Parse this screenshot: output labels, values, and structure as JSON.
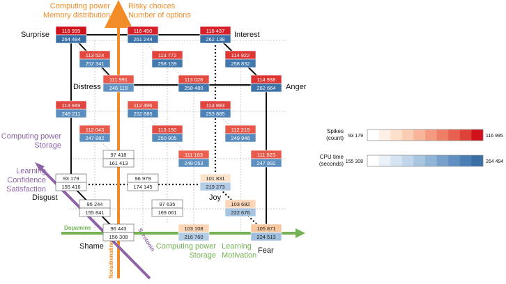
{
  "axes": {
    "noradrenaline": {
      "name": "Noradrenaline",
      "color": "#F28C28",
      "top_labels": [
        "Computing power",
        "Memory distribution"
      ],
      "top_right_labels": [
        "Risky choices",
        "Number of options"
      ]
    },
    "serotonin": {
      "name": "Serotonin",
      "color": "#8E63A8",
      "labels_upper": [
        "Computing power",
        "Storage"
      ],
      "labels_lower": [
        "Learning",
        "Confidence",
        "Satisfaction"
      ]
    },
    "dopamine": {
      "name": "Dopamine",
      "color": "#74B254",
      "labels_left": [
        "Computing power",
        "Storage"
      ],
      "labels_right": [
        "Learning",
        "Motivation"
      ]
    }
  },
  "emotions": [
    "Surprise",
    "Interest",
    "Distress",
    "Anger",
    "Disgust",
    "Joy",
    "Shame",
    "Fear"
  ],
  "nodes": [
    {
      "id": "surprise",
      "spikes": "116 995",
      "cpu": "264 494",
      "spike_color": "#D0121B",
      "cpu_color": "#3A6FA6"
    },
    {
      "id": "top-mid",
      "spikes": "116 450",
      "cpu": "261 244",
      "spike_color": "#D8202A",
      "cpu_color": "#3D72A8"
    },
    {
      "id": "interest",
      "spikes": "116 437",
      "cpu": "262 138",
      "spike_color": "#D8202A",
      "cpu_color": "#3C71A8"
    },
    {
      "id": "r2-left",
      "spikes": "113 524",
      "cpu": "252 341",
      "spike_color": "#E3483F",
      "cpu_color": "#5287BB"
    },
    {
      "id": "r2-mid",
      "spikes": "113 772",
      "cpu": "258 159",
      "spike_color": "#E2443C",
      "cpu_color": "#437AAE"
    },
    {
      "id": "r2-right",
      "spikes": "114 922",
      "cpu": "258 832",
      "spike_color": "#DE3633",
      "cpu_color": "#4278AD"
    },
    {
      "id": "distress",
      "spikes": "111 991",
      "cpu": "246 119",
      "spike_color": "#E85A4B",
      "cpu_color": "#6395C4"
    },
    {
      "id": "r3-mid",
      "spikes": "113 026",
      "cpu": "258 480",
      "spike_color": "#E44D42",
      "cpu_color": "#4379AE"
    },
    {
      "id": "anger",
      "spikes": "114 938",
      "cpu": "262 664",
      "spike_color": "#DE3633",
      "cpu_color": "#3C72A8"
    },
    {
      "id": "r4-left",
      "spikes": "113 949",
      "cpu": "248 211",
      "spike_color": "#E14540",
      "cpu_color": "#5C8FC0"
    },
    {
      "id": "r4-mid",
      "spikes": "112 496",
      "cpu": "252 886",
      "spike_color": "#E75548",
      "cpu_color": "#5085BA"
    },
    {
      "id": "r4-right",
      "spikes": "113 993",
      "cpu": "253 885",
      "spike_color": "#E14540",
      "cpu_color": "#4D83B8"
    },
    {
      "id": "r5-left",
      "spikes": "112 043",
      "cpu": "247 882",
      "spike_color": "#E85A4B",
      "cpu_color": "#5D90C1"
    },
    {
      "id": "r5-mid",
      "spikes": "113 150",
      "cpu": "250 905",
      "spike_color": "#E44D42",
      "cpu_color": "#558ABD"
    },
    {
      "id": "r5-right",
      "spikes": "112 219",
      "cpu": "249 946",
      "spike_color": "#E75848",
      "cpu_color": "#588CBE"
    },
    {
      "id": "r6-left",
      "spikes": "97 418",
      "cpu": "161 413",
      "spike_color": "#FFFFFF",
      "cpu_color": "#FFFFFF"
    },
    {
      "id": "r6-mid",
      "spikes": "111 163",
      "cpu": "248 053",
      "spike_color": "#EA6150",
      "cpu_color": "#5D8FC1"
    },
    {
      "id": "r6-right",
      "spikes": "111 923",
      "cpu": "247 892",
      "spike_color": "#E85A4B",
      "cpu_color": "#5D90C1"
    },
    {
      "id": "disgust",
      "spikes": "93 179",
      "cpu": "155 416",
      "spike_color": "#FFFFFF",
      "cpu_color": "#FFFFFF"
    },
    {
      "id": "r7-mid",
      "spikes": "96 979",
      "cpu": "174 145",
      "spike_color": "#FFFFFF",
      "cpu_color": "#FFFFFF"
    },
    {
      "id": "joy",
      "spikes": "101 831",
      "cpu": "219 273",
      "spike_color": "#FCE3CC",
      "cpu_color": "#B3CDE6"
    },
    {
      "id": "r8-left",
      "spikes": "95 244",
      "cpu": "155 841",
      "spike_color": "#FFFFFF",
      "cpu_color": "#FFFFFF"
    },
    {
      "id": "r8-mid",
      "spikes": "97 635",
      "cpu": "169 061",
      "spike_color": "#FFFFFF",
      "cpu_color": "#FFFFFF"
    },
    {
      "id": "r8-right",
      "spikes": "103 692",
      "cpu": "222 676",
      "spike_color": "#FBD5B5",
      "cpu_color": "#A7C4E0"
    },
    {
      "id": "shame",
      "spikes": "96 443",
      "cpu": "156 308",
      "spike_color": "#FFFFFF",
      "cpu_color": "#FFFFFF"
    },
    {
      "id": "r9-mid",
      "spikes": "103 108",
      "cpu": "216 760",
      "spike_color": "#FBD5B5",
      "cpu_color": "#B3CDE6"
    },
    {
      "id": "fear",
      "spikes": "105 871",
      "cpu": "224 513",
      "spike_color": "#F9C8A0",
      "cpu_color": "#A0BFDD"
    }
  ],
  "legend": {
    "spikes": {
      "title": "Spikes",
      "subtitle": "(count)",
      "min": "93 179",
      "max": "116 995",
      "colors": [
        "#FFFFFF",
        "#FEF0E6",
        "#FDE0CC",
        "#FBCDB3",
        "#F9B59A",
        "#F59A80",
        "#EF7E67",
        "#E7614E",
        "#DD4437",
        "#D0121B"
      ]
    },
    "cpu": {
      "title": "CPU time",
      "subtitle": "(seconds)",
      "min": "155 308",
      "max": "264 494",
      "colors": [
        "#FFFFFF",
        "#EAF1F8",
        "#D6E4F1",
        "#C1D6EA",
        "#A9C6E1",
        "#91B5D7",
        "#78A2CC",
        "#5F90C1",
        "#4A7EB5",
        "#3A6FA6"
      ]
    }
  }
}
